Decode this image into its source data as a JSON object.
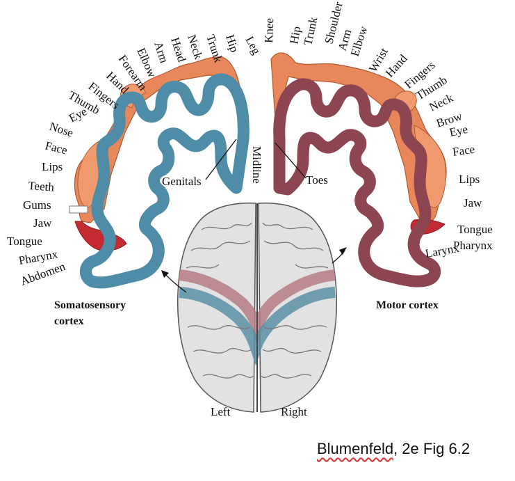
{
  "sensory_labels": [
    "Leg",
    "Hip",
    "Trunk",
    "Neck",
    "Head",
    "Arm",
    "Elbow",
    "Forearm",
    "Hand",
    "Fingers",
    "Thumb",
    "Eye",
    "Nose",
    "Face",
    "Lips",
    "Teeth",
    "Gums",
    "Jaw",
    "Tongue",
    "Pharynx",
    "Abdomen"
  ],
  "motor_labels": [
    "Knee",
    "Hip",
    "Trunk",
    "Shoulder",
    "Arm",
    "Elbow",
    "Wrist",
    "Hand",
    "Fingers",
    "Thumb",
    "Neck",
    "Brow",
    "Eye",
    "Face",
    "Lips",
    "Jaw",
    "Tongue",
    "Pharynx",
    "Larynx"
  ],
  "center_labels": {
    "genitals": "Genitals",
    "midline": "Midline",
    "toes": "Toes",
    "left": "Left",
    "right": "Right"
  },
  "region_titles": {
    "sensory_line1": "Somatosensory",
    "sensory_line2": "cortex",
    "motor": "Motor cortex"
  },
  "caption": {
    "first": "Blumenfeld",
    "rest": ", 2e Fig 6.2"
  },
  "colors": {
    "sensory": "#4e8ca8",
    "motor": "#8e4552",
    "homunculus": "#e7875a",
    "mouth": "#c42a32",
    "brain": "#e2e2e2"
  }
}
